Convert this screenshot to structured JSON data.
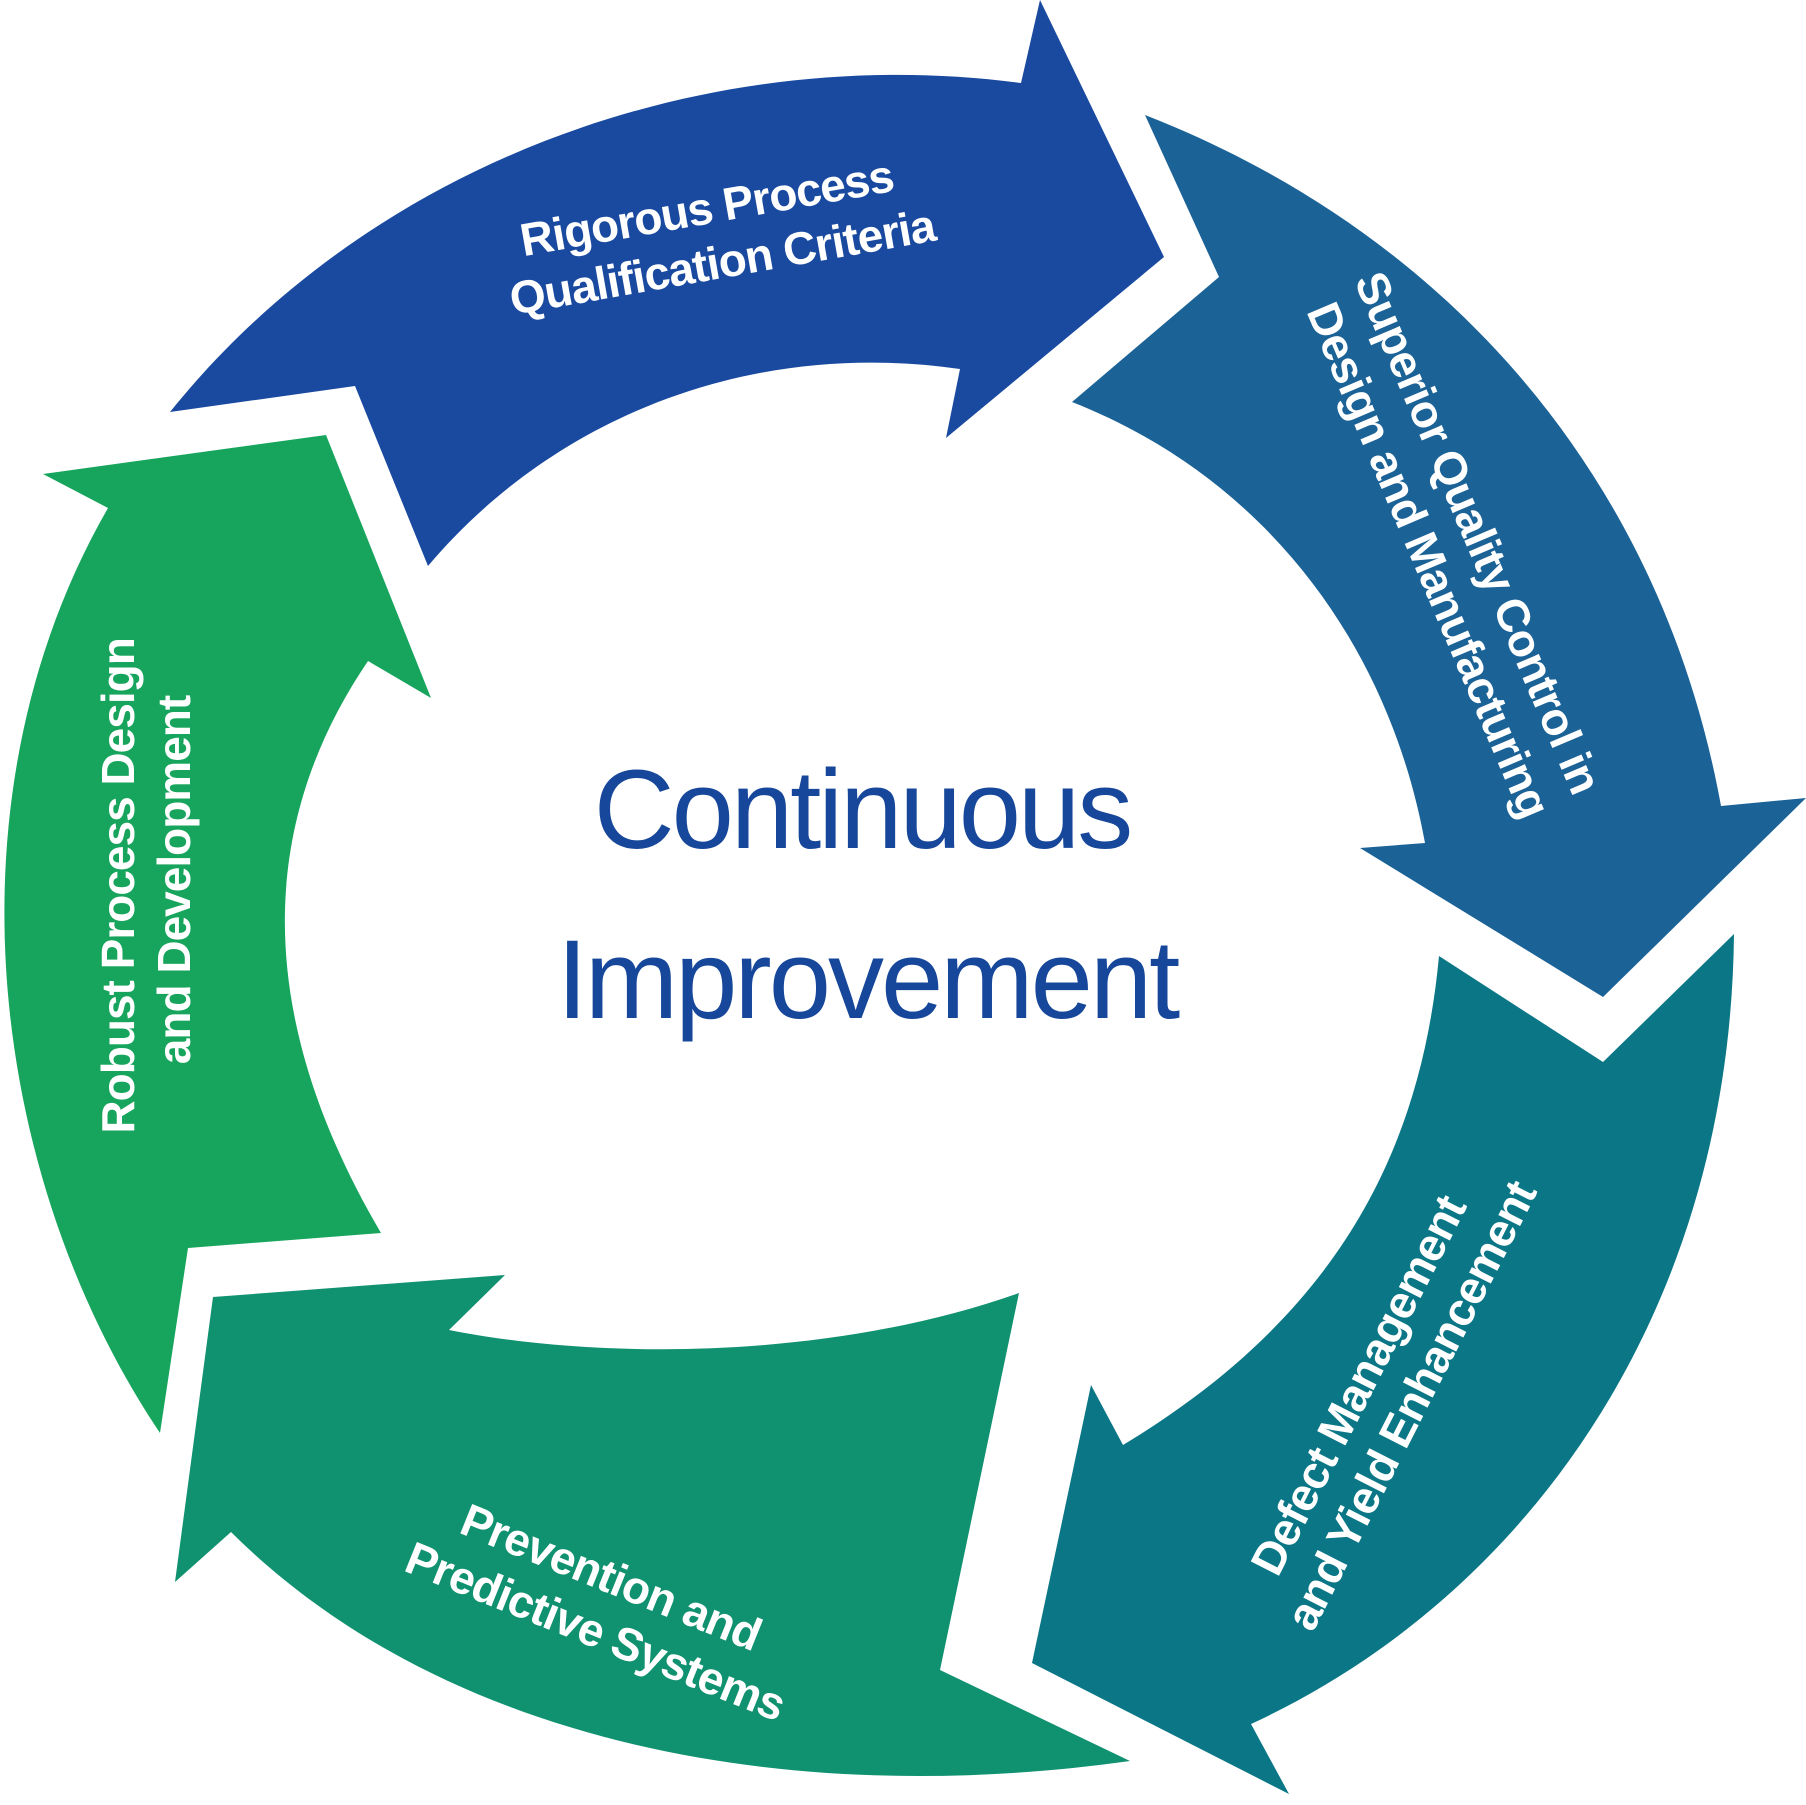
{
  "center": {
    "line1": "Continuous",
    "line2": "Improvement"
  },
  "segments": [
    {
      "id": "rigorous",
      "line1": "Rigorous Process",
      "line2": "Qualification Criteria",
      "color": "#1a4aa0"
    },
    {
      "id": "superior",
      "line1": "Superior Quality Control in",
      "line2": "Design and Manufacturing",
      "color": "#1b6297"
    },
    {
      "id": "defect",
      "line1": "Defect Management",
      "line2": "and Yield Enhancement",
      "color": "#0a7686"
    },
    {
      "id": "prevention",
      "line1": "Prevention and",
      "line2": "Predictive Systems",
      "color": "#109170"
    },
    {
      "id": "robust",
      "line1": "Robust Process Design",
      "line2": "and Development",
      "color": "#17a55d"
    }
  ],
  "colors": {
    "center_text": "#17479a",
    "label_text": "#ffffff",
    "background": "#ffffff"
  }
}
